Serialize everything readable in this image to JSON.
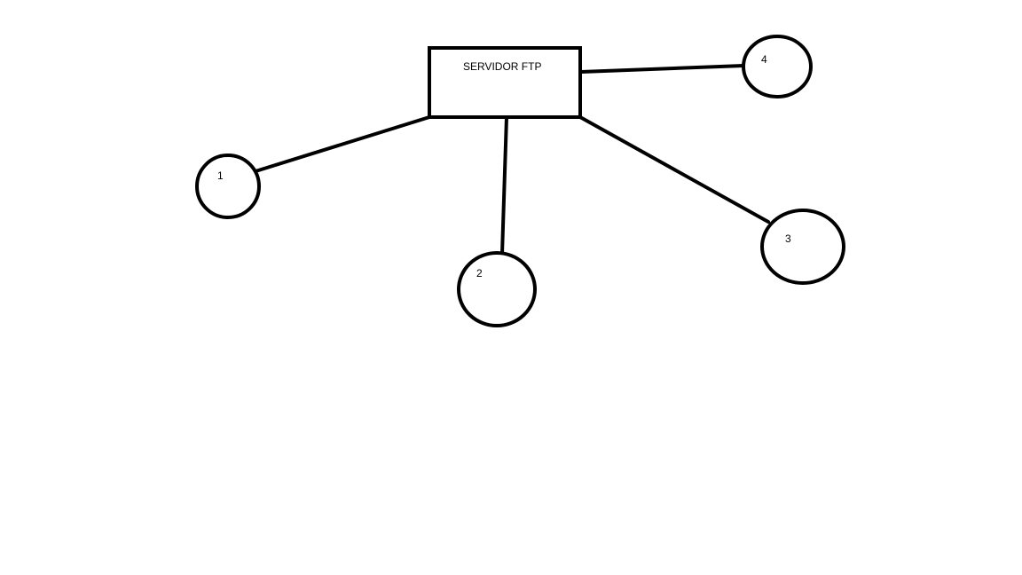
{
  "diagram": {
    "server": {
      "label": "SERVIDOR FTP"
    },
    "nodes": [
      {
        "id": "1",
        "label": "1"
      },
      {
        "id": "2",
        "label": "2"
      },
      {
        "id": "3",
        "label": "3"
      },
      {
        "id": "4",
        "label": "4"
      }
    ],
    "edges": [
      {
        "from": "server",
        "to": "1"
      },
      {
        "from": "server",
        "to": "2"
      },
      {
        "from": "server",
        "to": "3"
      },
      {
        "from": "server",
        "to": "4"
      }
    ],
    "colors": {
      "stroke": "#000000",
      "background": "#ffffff"
    }
  }
}
